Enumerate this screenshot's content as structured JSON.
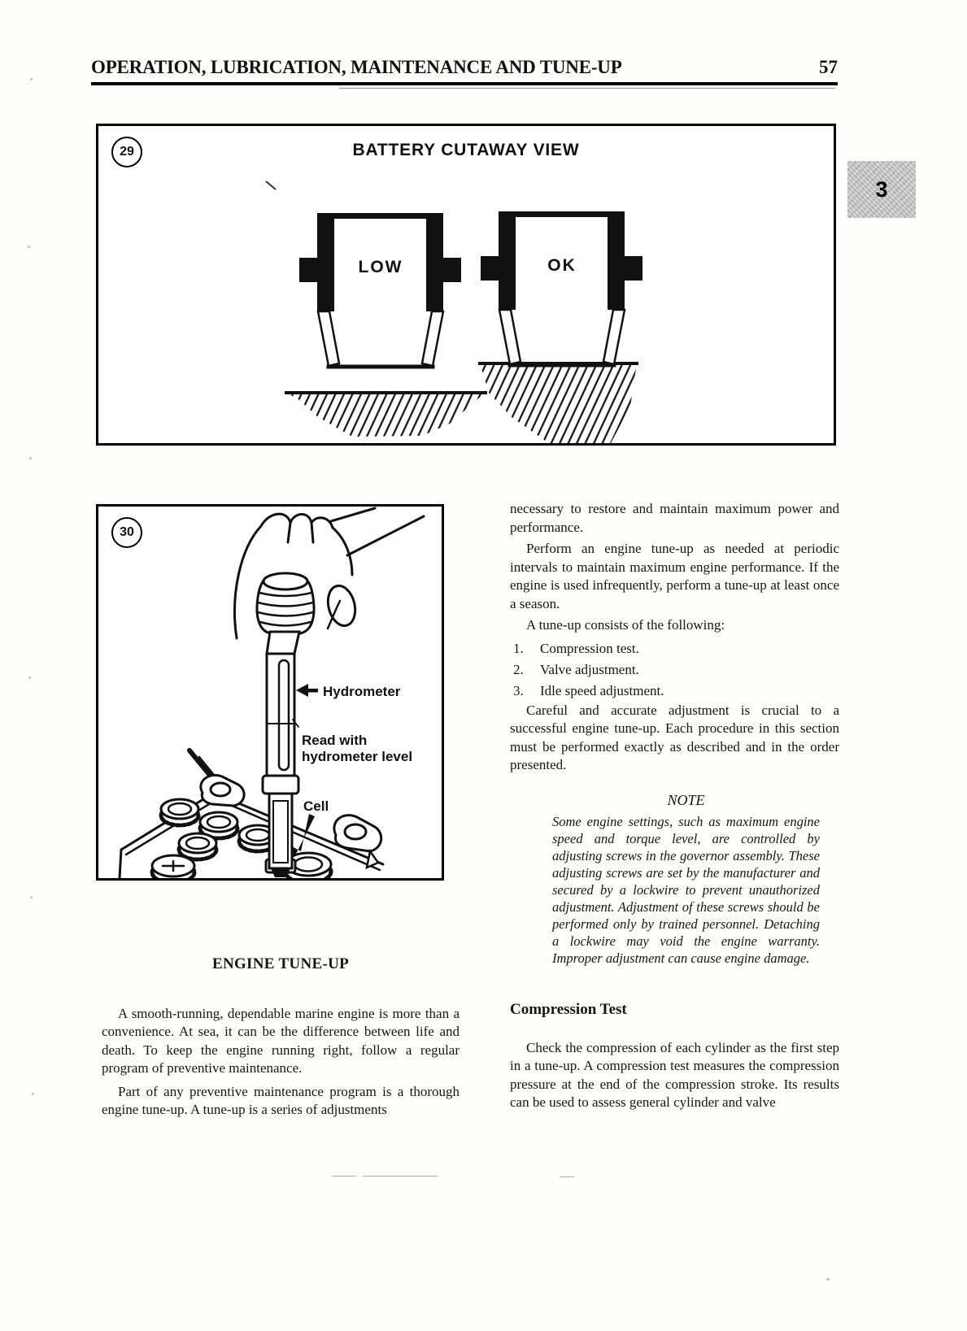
{
  "header": {
    "title": "OPERATION, LUBRICATION, MAINTENANCE AND TUNE-UP",
    "page_number": "57"
  },
  "side_tab": {
    "label": "3"
  },
  "figure_battery": {
    "number": "29",
    "title": "BATTERY CUTAWAY VIEW",
    "low_label": "LOW",
    "ok_label": "OK"
  },
  "figure_hydrometer": {
    "number": "30",
    "label_hydrometer": "Hydrometer",
    "label_read_line1": "Read with",
    "label_read_line2": "hydrometer level",
    "label_cell": "Cell"
  },
  "left_column": {
    "heading": "ENGINE TUNE-UP",
    "para1": "A smooth-running, dependable marine engine is more than a convenience. At sea, it can be the difference between life and death. To keep the engine running right, follow a regular program of preventive maintenance.",
    "para2": "Part of any preventive maintenance program is a thorough engine tune-up. A tune-up is a series of adjustments"
  },
  "right_column": {
    "para1": "necessary to restore and maintain maximum power and performance.",
    "para2": "Perform an engine tune-up as needed at periodic intervals to maintain maximum engine performance. If the engine is used infrequently, perform a tune-up at least once a season.",
    "para3": "A tune-up consists of the following:",
    "list_numbers": [
      "1.",
      "2.",
      "3."
    ],
    "list": [
      "Compression test.",
      "Valve adjustment.",
      "Idle speed adjustment."
    ],
    "para4": "Careful and accurate adjustment is crucial to a successful engine tune-up. Each procedure in this section must be performed exactly as described and in the order presented.",
    "note_title": "NOTE",
    "note_body": "Some engine settings, such as maximum engine speed and torque level, are controlled by adjusting screws in the governor assembly. These adjusting screws are set by the manufacturer and secured by a lockwire to prevent unauthorized adjustment. Adjustment of these screws should be performed only by trained personnel. Detaching a lockwire may void the engine warranty. Improper adjustment can cause engine damage.",
    "heading2": "Compression Test",
    "para5": "Check the compression of each cylinder as the first step in a tune-up. A compression test measures the compression pressure at the end of the compression stroke. Its results can be used to assess general cylinder and valve"
  },
  "colors": {
    "ink": "#111111",
    "paper": "#fdfdfc",
    "tab_gray": "#c3c3c3"
  }
}
